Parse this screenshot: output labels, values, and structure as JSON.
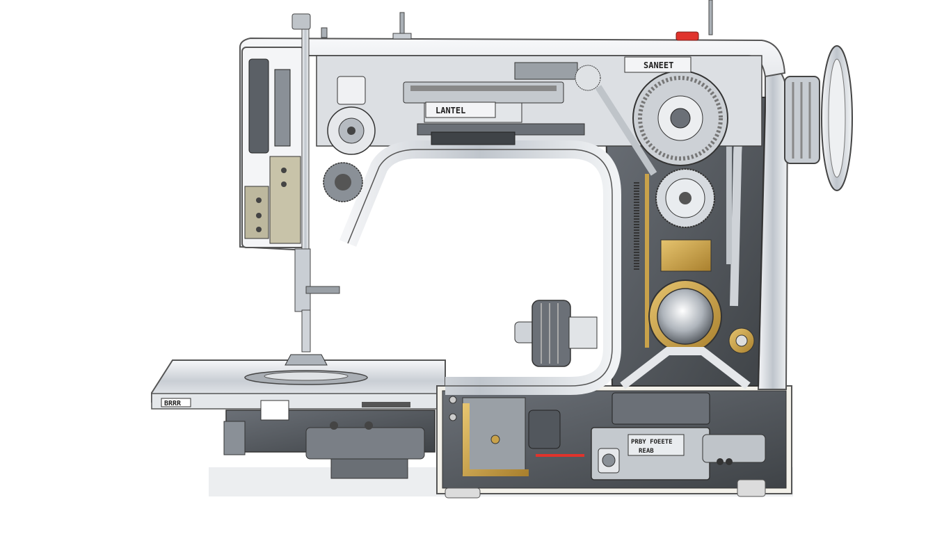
{
  "illustration": {
    "subject": "sewing-machine-cutaway",
    "labels": {
      "top_right_plate": "SANEET",
      "center_plate": "LANTEL",
      "bed_plate": "BRRR",
      "motor_plate": "PRBY FOEETE",
      "motor_plate_line2": "REAB"
    },
    "colors": {
      "background": "#ffffff",
      "chrome": "#d9dde2",
      "dark_metal": "#5b6066",
      "brass": "#c9a24a",
      "red_button": "#e0332c"
    }
  }
}
